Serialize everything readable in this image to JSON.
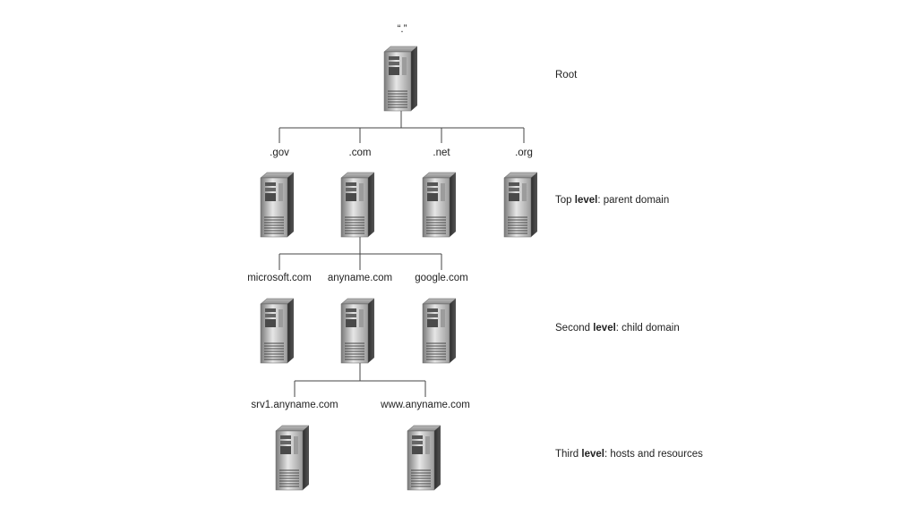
{
  "root": {
    "label": "“.”"
  },
  "top_level": [
    "gov",
    "com",
    "net",
    "org"
  ],
  "top_level_labels": [
    ".gov",
    ".com",
    ".net",
    ".org"
  ],
  "second_level_labels": [
    "microsoft.com",
    "anyname.com",
    "google.com"
  ],
  "third_level_labels": [
    "srv1.anyname.com",
    "www.anyname.com"
  ],
  "levels": {
    "root": {
      "text": "Root"
    },
    "top": {
      "prefix": "Top ",
      "bold": "level",
      "suffix": ": parent domain"
    },
    "second": {
      "prefix": "Second ",
      "bold": "level",
      "suffix": ": child domain"
    },
    "third": {
      "prefix": "Third ",
      "bold": "level",
      "suffix": ": hosts and resources"
    }
  },
  "colors": {
    "line": "#444444",
    "server_dark": "#3a3a3a",
    "server_mid": "#8a8a8a",
    "server_light": "#d9d9d9"
  }
}
